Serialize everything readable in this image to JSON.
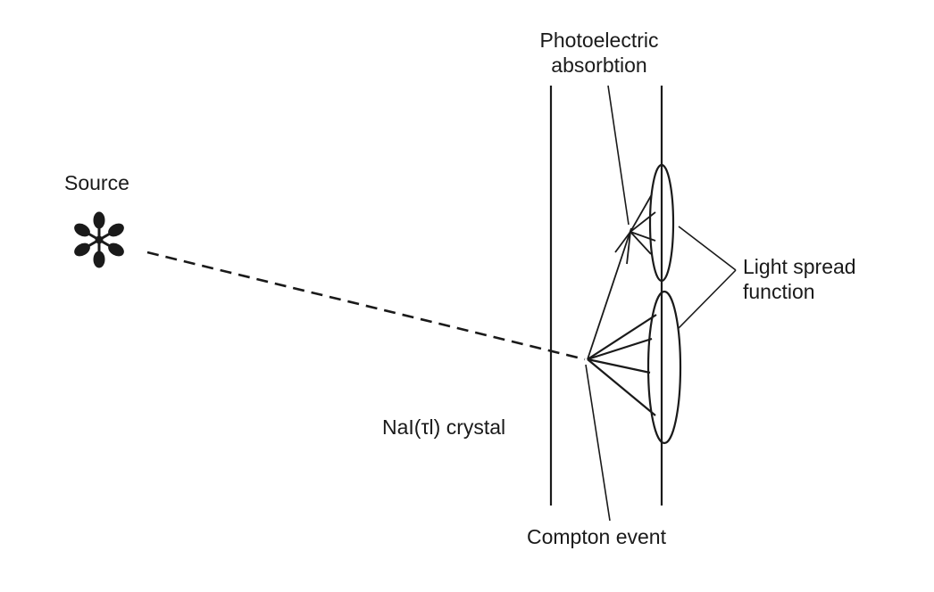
{
  "labels": {
    "source": "Source",
    "photoelectric_line1": "Photoelectric",
    "photoelectric_line2": "absorbtion",
    "light_spread_line1": "Light spread",
    "light_spread_line2": "function",
    "crystal": "NaI(τl) crystal",
    "compton": "Compton event"
  },
  "colors": {
    "ink": "#1a1a1a",
    "background": "#ffffff"
  },
  "icons": {
    "source": "radiation-source-asterisk-icon"
  }
}
